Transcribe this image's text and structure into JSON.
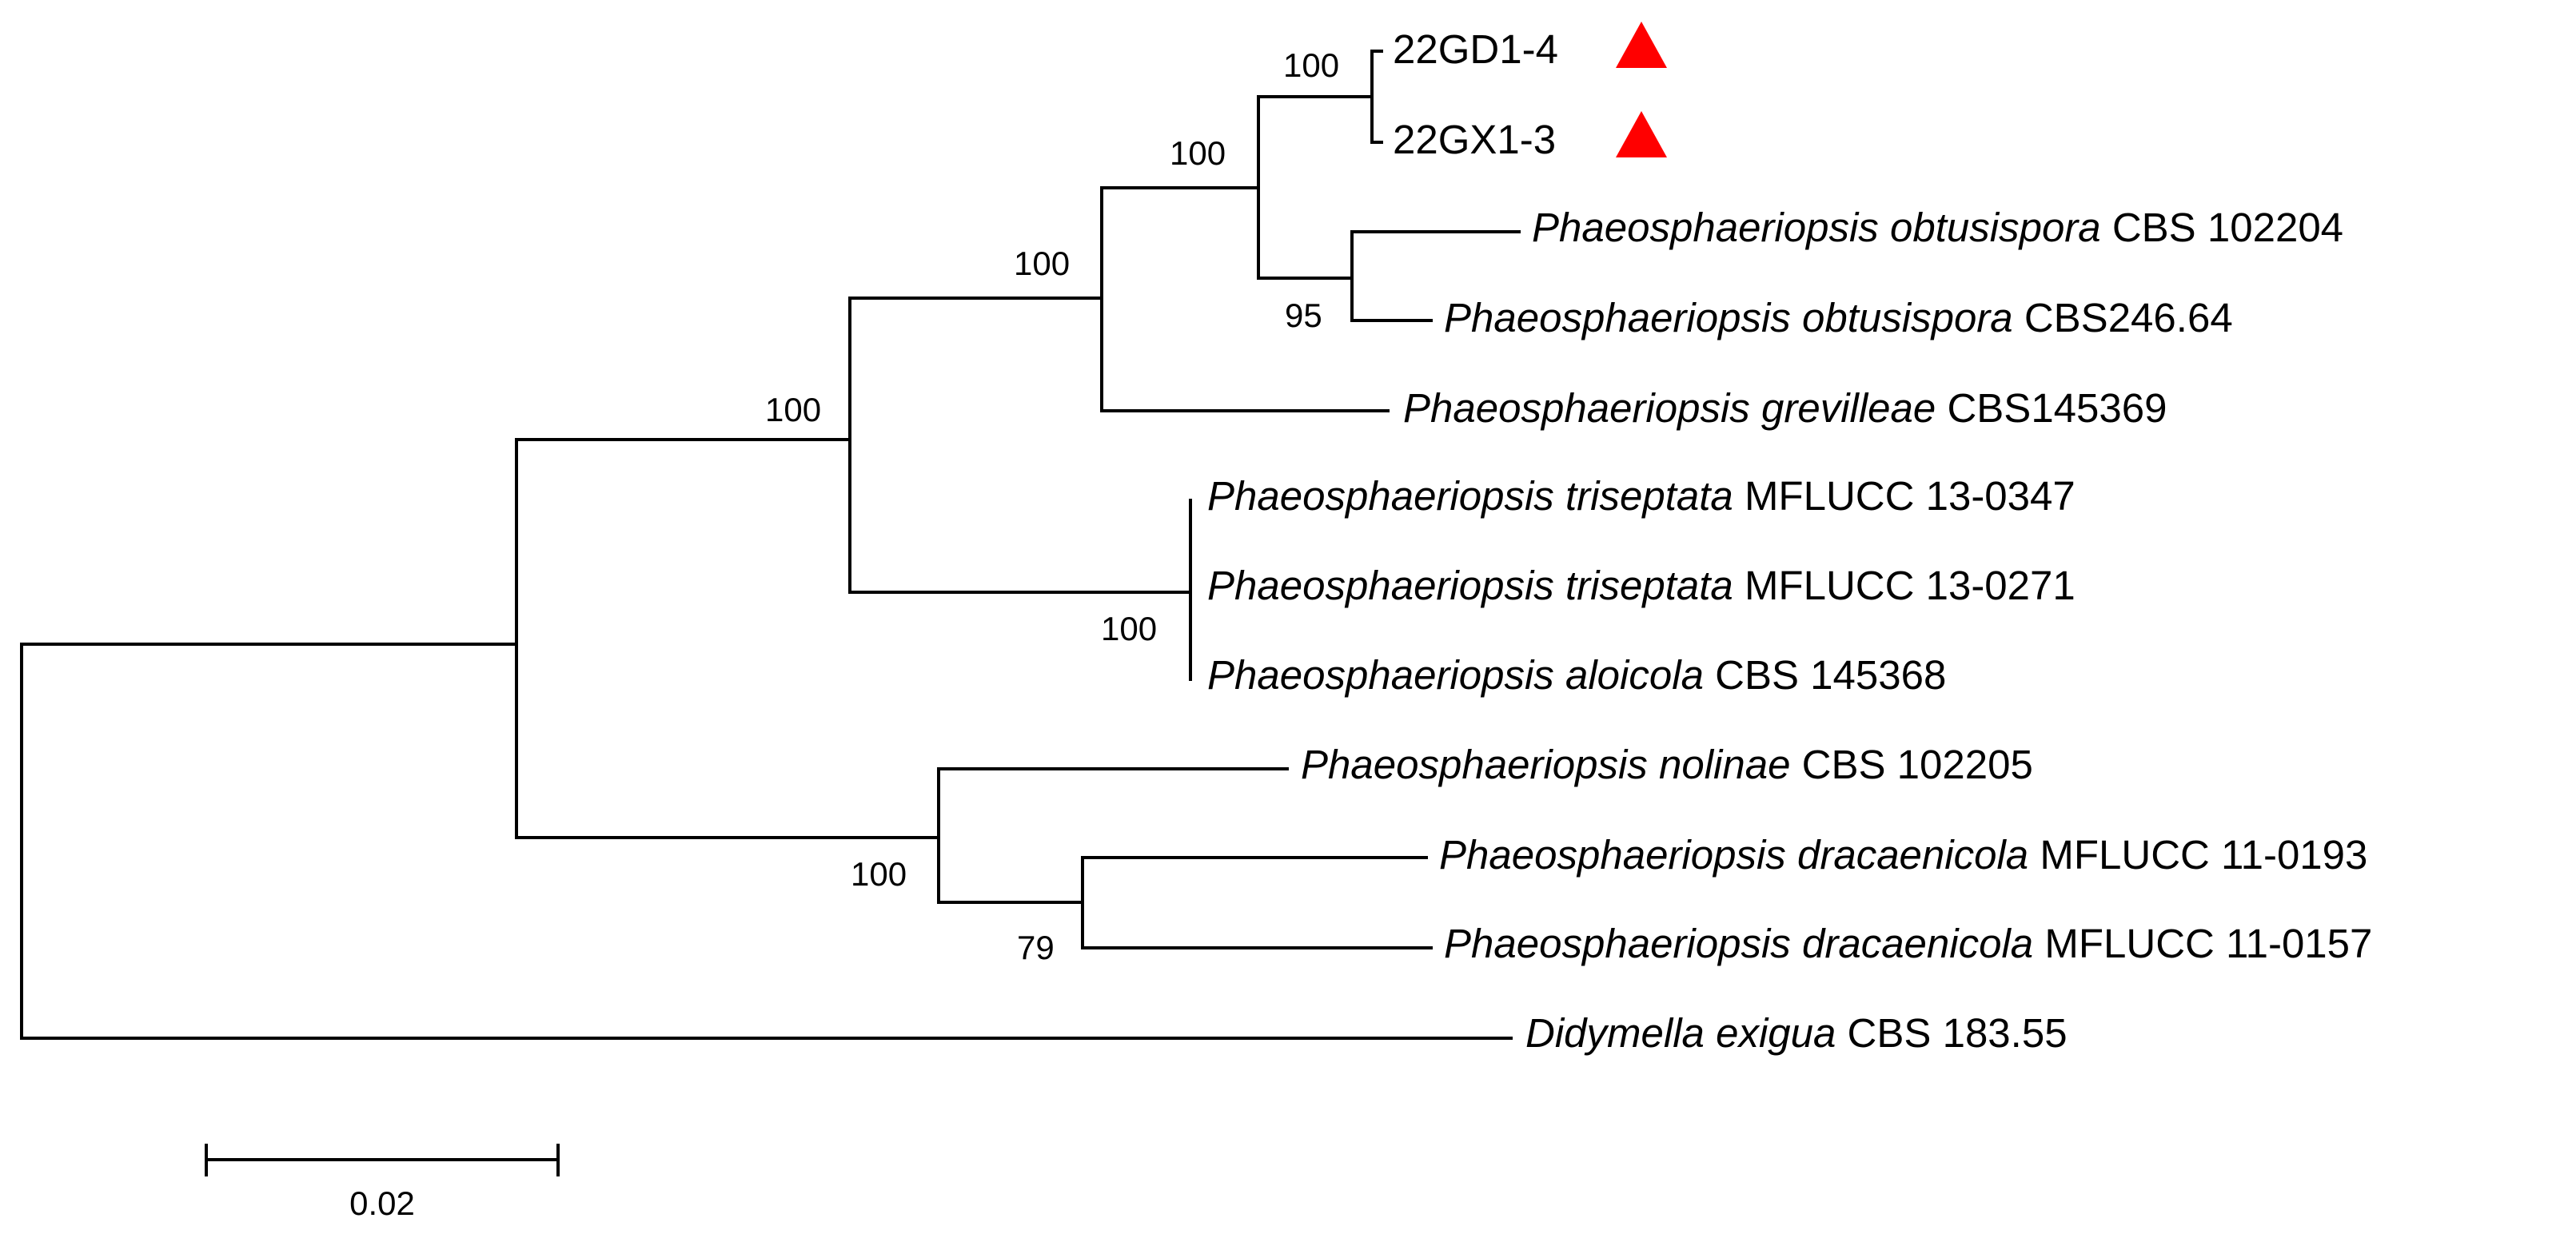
{
  "tree": {
    "taxa": [
      {
        "id": "t1",
        "genus": "",
        "species": "",
        "strain": "22GD1-4",
        "marker": true
      },
      {
        "id": "t2",
        "genus": "",
        "species": "",
        "strain": "22GX1-3",
        "marker": true
      },
      {
        "id": "t3",
        "genus": "Phaeosphaeriopsis",
        "species": "obtusispora",
        "strain": "CBS 102204",
        "marker": false
      },
      {
        "id": "t4",
        "genus": "Phaeosphaeriopsis",
        "species": "obtusispora",
        "strain": "CBS246.64",
        "marker": false
      },
      {
        "id": "t5",
        "genus": "Phaeosphaeriopsis",
        "species": "grevilleae",
        "strain": "CBS145369",
        "marker": false
      },
      {
        "id": "t6",
        "genus": "Phaeosphaeriopsis",
        "species": "triseptata",
        "strain": "MFLUCC 13-0347",
        "marker": false
      },
      {
        "id": "t7",
        "genus": "Phaeosphaeriopsis",
        "species": "triseptata",
        "strain": "MFLUCC 13-0271",
        "marker": false
      },
      {
        "id": "t8",
        "genus": "Phaeosphaeriopsis",
        "species": "aloicola",
        "strain": "CBS 145368",
        "marker": false
      },
      {
        "id": "t9",
        "genus": "Phaeosphaeriopsis",
        "species": "nolinae",
        "strain": "CBS 102205",
        "marker": false
      },
      {
        "id": "t10",
        "genus": "Phaeosphaeriopsis",
        "species": "dracaenicola",
        "strain": "MFLUCC 11-0193",
        "marker": false
      },
      {
        "id": "t11",
        "genus": "Phaeosphaeriopsis",
        "species": "dracaenicola",
        "strain": "MFLUCC 11-0157",
        "marker": false
      },
      {
        "id": "t12",
        "genus": "Didymella",
        "species": "exigua",
        "strain": "CBS 183.55",
        "marker": false
      }
    ],
    "support_values": {
      "n_gd_gx": "100",
      "n_upper4": "100",
      "n_upper5": "100",
      "n_upperA": "100",
      "n_obt": "95",
      "n_tri": "100",
      "n_lower": "100",
      "n_drac": "79"
    },
    "scale_bar": {
      "value": 0.02,
      "label": "0.02"
    },
    "marker_color": "#ff0000"
  }
}
